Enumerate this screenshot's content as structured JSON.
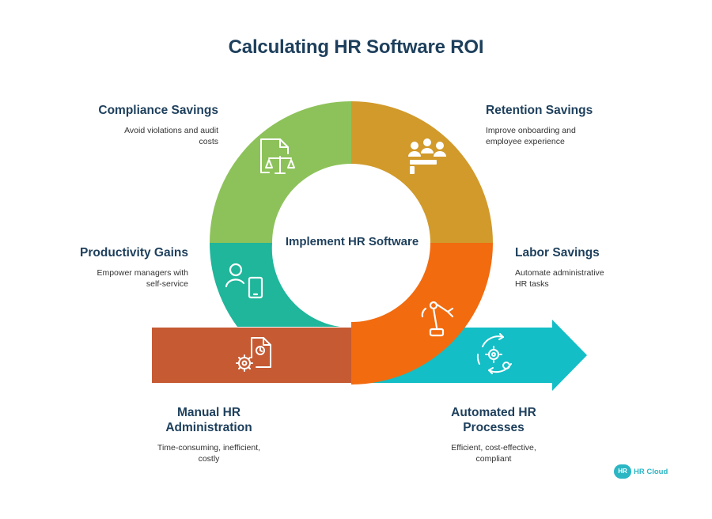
{
  "title": "Calculating HR Software ROI",
  "center_label": "Implement HR Software",
  "segments": {
    "compliance": {
      "heading": "Compliance Savings",
      "description": "Avoid violations and audit costs",
      "color": "#8dc25a",
      "icon": "compliance-scale-icon"
    },
    "retention": {
      "heading": "Retention Savings",
      "description": "Improve onboarding and employee experience",
      "color": "#d19a2b",
      "icon": "team-people-icon"
    },
    "productivity": {
      "heading": "Productivity Gains",
      "description": "Empower managers with self-service",
      "color": "#1fb69b",
      "icon": "user-mobile-icon"
    },
    "labor": {
      "heading": "Labor Savings",
      "description": "Automate administrative HR tasks",
      "color": "#f26b0f",
      "icon": "robot-arm-icon"
    }
  },
  "manual": {
    "heading": "Manual HR Administration",
    "description": "Time-consuming, inefficient, costly",
    "color": "#c55a33",
    "icon": "document-gear-icon"
  },
  "automated": {
    "heading": "Automated HR Processes",
    "description": "Efficient, cost-effective, compliant",
    "color": "#13bec6",
    "icon": "gear-cycle-icon"
  },
  "logo": {
    "mark": "HR",
    "text": "HR Cloud"
  }
}
